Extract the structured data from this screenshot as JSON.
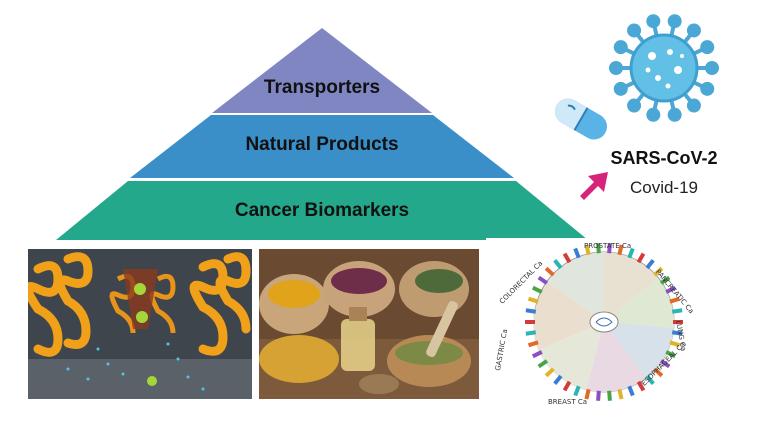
{
  "pyramid": {
    "tiers": [
      {
        "label": "Transporters",
        "color": "#7f86c2"
      },
      {
        "label": "Natural Products",
        "color": "#3b8fc9"
      },
      {
        "label": "Cancer Biomarkers",
        "color": "#23a88c"
      }
    ]
  },
  "virus": {
    "title": "SARS-CoV-2",
    "subtitle": "Covid-19"
  },
  "wheel": {
    "segments": [
      "PROSTATE Ca",
      "PANCREATIC Ca",
      "LUNG Ca",
      "ESOPHAGEAL Ca",
      "BREAST Ca",
      "GASTRIC Ca",
      "COLORECTAL Ca"
    ]
  },
  "images": [
    "protein-structure",
    "herbs-and-oils",
    "cancer-wheel"
  ]
}
